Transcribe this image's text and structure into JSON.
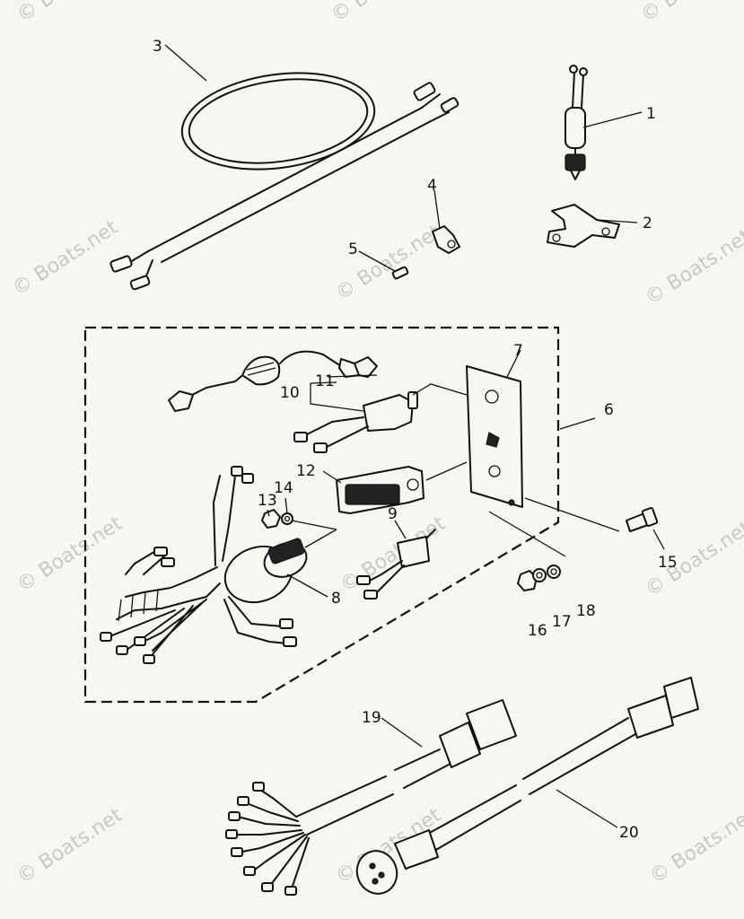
{
  "watermark": "© Boats.net",
  "callouts": {
    "c1": "1",
    "c2": "2",
    "c3": "3",
    "c4": "4",
    "c5": "5",
    "c6": "6",
    "c7": "7",
    "c8": "8",
    "c9": "9",
    "c10": "10",
    "c11": "11",
    "c12": "12",
    "c13": "13",
    "c14": "14",
    "c15": "15",
    "c16": "16",
    "c17": "17",
    "c18": "18",
    "c19": "19",
    "c20": "20"
  }
}
